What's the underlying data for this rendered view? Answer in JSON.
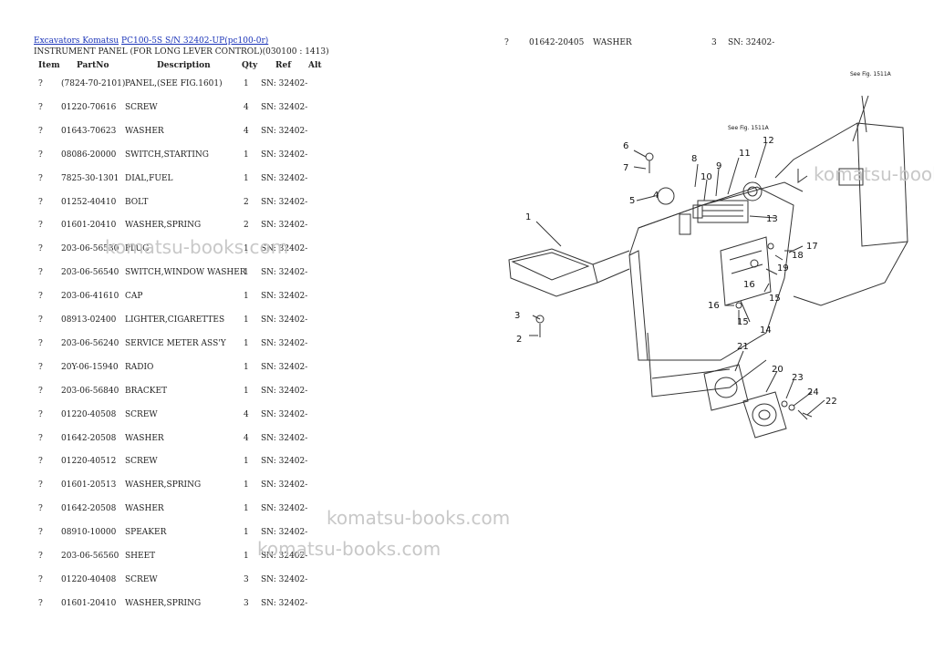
{
  "breadcrumb": {
    "link1": "Excavators Komatsu",
    "link2": "PC100-5S S/N 32402-UP(pc100-0r)"
  },
  "subtitle": "INSTRUMENT PANEL (FOR LONG LEVER CONTROL)(030100 : 1413)",
  "columns": {
    "item": "Item",
    "partno": "PartNo",
    "description": "Description",
    "qty": "Qty",
    "ref": "Ref",
    "alt": "Alt"
  },
  "rows": [
    {
      "item": "?",
      "partno": "(7824-70-2101)",
      "desc": "PANEL,(SEE FIG.1601)",
      "qty": "1",
      "ref": "SN: 32402-"
    },
    {
      "item": "?",
      "partno": "01220-70616",
      "desc": "SCREW",
      "qty": "4",
      "ref": "SN: 32402-"
    },
    {
      "item": "?",
      "partno": "01643-70623",
      "desc": "WASHER",
      "qty": "4",
      "ref": "SN: 32402-"
    },
    {
      "item": "?",
      "partno": "08086-20000",
      "desc": "SWITCH,STARTING",
      "qty": "1",
      "ref": "SN: 32402-"
    },
    {
      "item": "?",
      "partno": "7825-30-1301",
      "desc": "DIAL,FUEL",
      "qty": "1",
      "ref": "SN: 32402-"
    },
    {
      "item": "?",
      "partno": "01252-40410",
      "desc": "BOLT",
      "qty": "2",
      "ref": "SN: 32402-"
    },
    {
      "item": "?",
      "partno": "01601-20410",
      "desc": "WASHER,SPRING",
      "qty": "2",
      "ref": "SN: 32402-"
    },
    {
      "item": "?",
      "partno": "203-06-56530",
      "desc": "PLUG",
      "qty": "1",
      "ref": "SN: 32402-"
    },
    {
      "item": "?",
      "partno": "203-06-56540",
      "desc": "SWITCH,WINDOW WASHER",
      "qty": "1",
      "ref": "SN: 32402-"
    },
    {
      "item": "?",
      "partno": "203-06-41610",
      "desc": "CAP",
      "qty": "1",
      "ref": "SN: 32402-"
    },
    {
      "item": "?",
      "partno": "08913-02400",
      "desc": "LIGHTER,CIGARETTES",
      "qty": "1",
      "ref": "SN: 32402-"
    },
    {
      "item": "?",
      "partno": "203-06-56240",
      "desc": "SERVICE METER ASS'Y",
      "qty": "1",
      "ref": "SN: 32402-"
    },
    {
      "item": "?",
      "partno": "20Y-06-15940",
      "desc": "RADIO",
      "qty": "1",
      "ref": "SN: 32402-"
    },
    {
      "item": "?",
      "partno": "203-06-56840",
      "desc": "BRACKET",
      "qty": "1",
      "ref": "SN: 32402-"
    },
    {
      "item": "?",
      "partno": "01220-40508",
      "desc": "SCREW",
      "qty": "4",
      "ref": "SN: 32402-"
    },
    {
      "item": "?",
      "partno": "01642-20508",
      "desc": "WASHER",
      "qty": "4",
      "ref": "SN: 32402-"
    },
    {
      "item": "?",
      "partno": "01220-40512",
      "desc": "SCREW",
      "qty": "1",
      "ref": "SN: 32402-"
    },
    {
      "item": "?",
      "partno": "01601-20513",
      "desc": "WASHER,SPRING",
      "qty": "1",
      "ref": "SN: 32402-"
    },
    {
      "item": "?",
      "partno": "01642-20508",
      "desc": "WASHER",
      "qty": "1",
      "ref": "SN: 32402-"
    },
    {
      "item": "?",
      "partno": "08910-10000",
      "desc": "SPEAKER",
      "qty": "1",
      "ref": "SN: 32402-"
    },
    {
      "item": "?",
      "partno": "203-06-56560",
      "desc": "SHEET",
      "qty": "1",
      "ref": "SN: 32402-"
    },
    {
      "item": "?",
      "partno": "01220-40408",
      "desc": "SCREW",
      "qty": "3",
      "ref": "SN: 32402-"
    },
    {
      "item": "?",
      "partno": "01601-20410",
      "desc": "WASHER,SPRING",
      "qty": "3",
      "ref": "SN: 32402-"
    }
  ],
  "top_row": {
    "item": "?",
    "partno": "01642-20405",
    "desc": "WASHER",
    "qty": "3",
    "ref": "SN: 32402-"
  },
  "watermark": "komatsu-books.com",
  "diagram": {
    "caption_a": "See Fig. 1511A",
    "caption_b": "See Fig. 1511A",
    "callouts": [
      "1",
      "2",
      "3",
      "4",
      "5",
      "6",
      "7",
      "8",
      "9",
      "10",
      "11",
      "12",
      "13",
      "14",
      "15",
      "15",
      "16",
      "16",
      "17",
      "18",
      "19",
      "20",
      "21",
      "22",
      "23",
      "24"
    ]
  }
}
